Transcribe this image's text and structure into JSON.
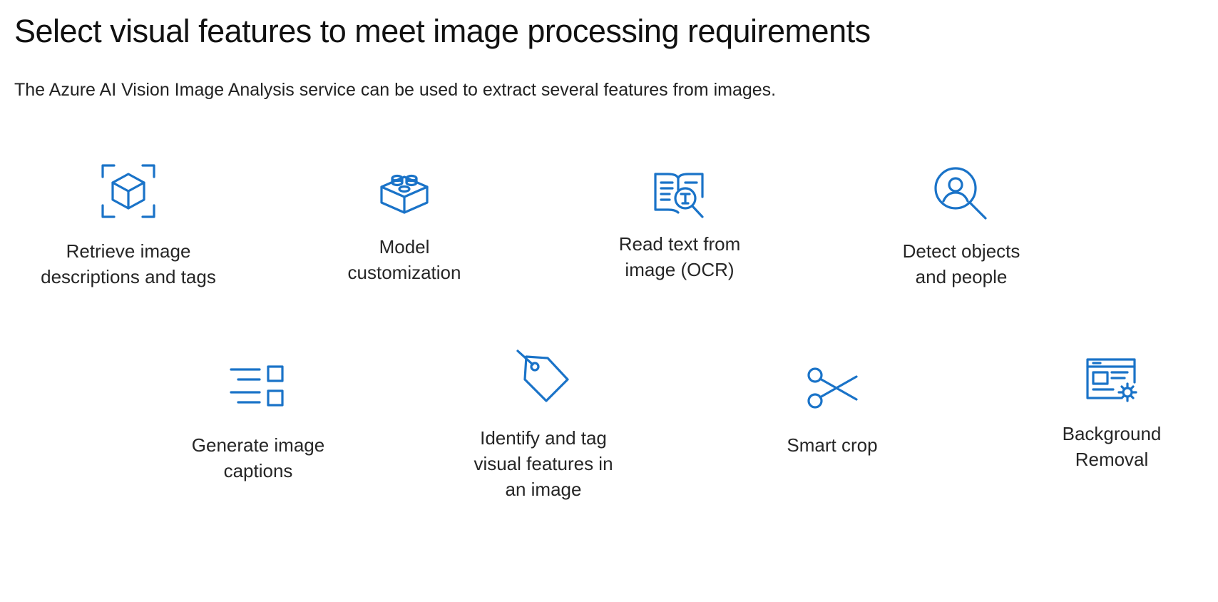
{
  "slide": {
    "title": "Select visual features to meet image processing requirements",
    "subtitle": "The Azure AI Vision Image Analysis service can be used to extract several features from images."
  },
  "accent_color": "#1a73c8",
  "features": [
    {
      "icon": "cube-scan-icon",
      "label": "Retrieve image\ndescriptions and tags"
    },
    {
      "icon": "building-block-icon",
      "label": "Model\ncustomization"
    },
    {
      "icon": "book-magnifier-icon",
      "label": "Read text from\nimage (OCR)"
    },
    {
      "icon": "person-search-icon",
      "label": "Detect objects\nand people"
    },
    {
      "icon": "caption-list-icon",
      "label": "Generate image\ncaptions"
    },
    {
      "icon": "tag-icon",
      "label": "Identify and tag\nvisual features in\nan image"
    },
    {
      "icon": "scissors-icon",
      "label": "Smart crop"
    },
    {
      "icon": "window-gear-icon",
      "label": "Background\nRemoval"
    }
  ]
}
